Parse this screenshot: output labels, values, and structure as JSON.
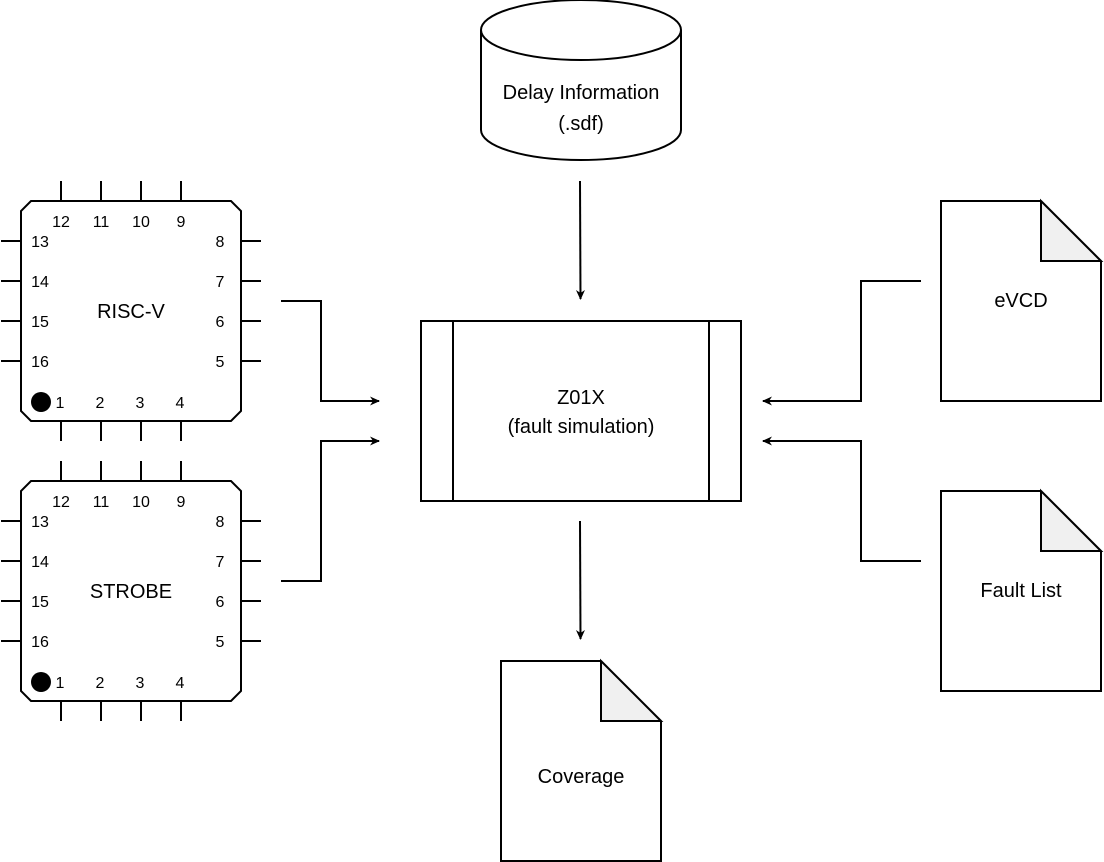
{
  "db": {
    "line1": "Delay Information",
    "line2": "(.sdf)"
  },
  "chips": [
    {
      "label": "RISC-V"
    },
    {
      "label": "STROBE"
    }
  ],
  "pins": {
    "top": [
      "12",
      "11",
      "10",
      "9"
    ],
    "left": [
      "13",
      "14",
      "15",
      "16"
    ],
    "right": [
      "8",
      "7",
      "6",
      "5"
    ],
    "bottom": [
      "1",
      "2",
      "3",
      "4"
    ]
  },
  "process": {
    "line1": "Z01X",
    "line2": "(fault simulation)"
  },
  "docs": {
    "evcd": "eVCD",
    "faultlist": "Fault List",
    "coverage": "Coverage"
  },
  "colors": {
    "stroke": "#000000",
    "fold": "#f0f0f0",
    "fill": "#ffffff"
  }
}
